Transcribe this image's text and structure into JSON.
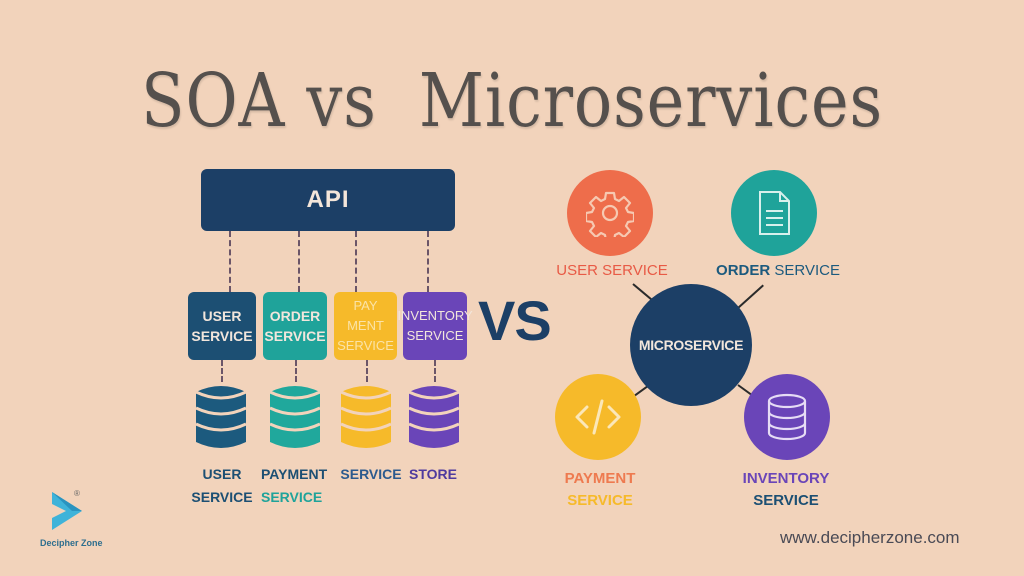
{
  "title": "SOA vs  Microservices",
  "colors": {
    "background": "#F2D3BB",
    "navy": "#1C3F66",
    "teal": "#1FA39A",
    "yellow": "#F6BA2A",
    "purple": "#6A45B8",
    "orange": "#EE6D4B"
  },
  "soa": {
    "api_label": "API",
    "services": [
      {
        "line1": "USER",
        "line2": "SERVICE",
        "color": "#1C4F73"
      },
      {
        "line1": "ORDER",
        "line2": "SERVICE",
        "color": "#1FA39A"
      },
      {
        "line1": "PAY MENT",
        "line2": "SERVICE",
        "color": "#F6BA2A"
      },
      {
        "line1": "INVENTORY",
        "line2": "SERVICE",
        "color": "#6A45B8"
      }
    ],
    "databases": [
      {
        "line1": "USER",
        "line2": "SERVICE",
        "color": "#1C5A7E"
      },
      {
        "line1": "PAYMENT",
        "line2": "SERVICE",
        "color": "#20A89C"
      },
      {
        "line1": "SERVICE",
        "line2": "",
        "color": "#F6BA2A"
      },
      {
        "line1": "STORE",
        "line2": "",
        "color": "#6A45B8"
      }
    ]
  },
  "vs_label": "VS",
  "microservices": {
    "center_label": "MICROSERVICE",
    "nodes": [
      {
        "name": "user",
        "label": "USER SERVICE",
        "icon": "gear-icon",
        "color": "#EE6D4B"
      },
      {
        "name": "order",
        "label_bold": "ORDER",
        "label_rest": " SERVICE",
        "icon": "document-icon",
        "color": "#1FA39A"
      },
      {
        "name": "payment",
        "line1": "PAYMENT",
        "line2": "SERVICE",
        "icon": "code-icon",
        "color": "#F6BA2A"
      },
      {
        "name": "inventory",
        "line1": "INVENTORY",
        "line2": "SERVICE",
        "icon": "database-icon",
        "color": "#6A45B8"
      }
    ]
  },
  "logo": {
    "name": "Decipher Zone",
    "registered": "®"
  },
  "url": "www.decipherzone.com"
}
